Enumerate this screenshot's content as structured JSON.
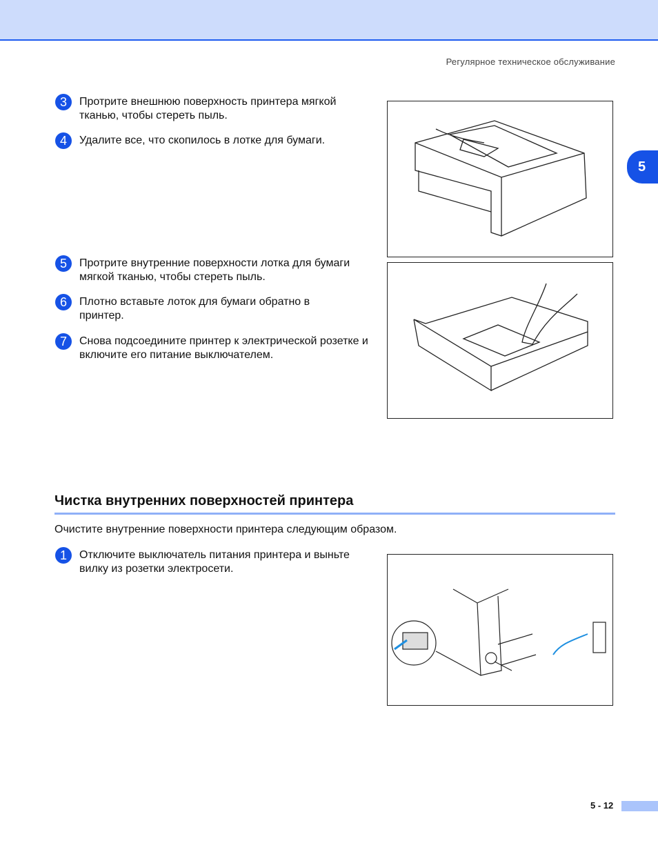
{
  "header": {
    "section_title": "Регулярное техническое обслуживание"
  },
  "chapter_tab": "5",
  "steps_top": [
    {
      "num": "3",
      "text": "Протрите внешнюю поверхность принтера мягкой тканью, чтобы стереть пыль."
    },
    {
      "num": "4",
      "text": "Удалите все, что скопилось в лотке для бумаги."
    },
    {
      "num": "5",
      "text": "Протрите внутренние поверхности лотка для бумаги мягкой тканью, чтобы стереть пыль."
    },
    {
      "num": "6",
      "text": "Плотно вставьте лоток для бумаги обратно в принтер."
    },
    {
      "num": "7",
      "text": "Снова подсоедините принтер к электрической розетке и включите его питание выключателем."
    }
  ],
  "section": {
    "heading": "Чистка внутренних поверхностей принтера",
    "intro": "Очистите внутренние поверхности принтера следующим образом.",
    "steps": [
      {
        "num": "1",
        "text": "Отключите выключатель питания принтера и выньте вилку из розетки электросети."
      }
    ]
  },
  "footer": {
    "page_number": "5 - 12"
  }
}
